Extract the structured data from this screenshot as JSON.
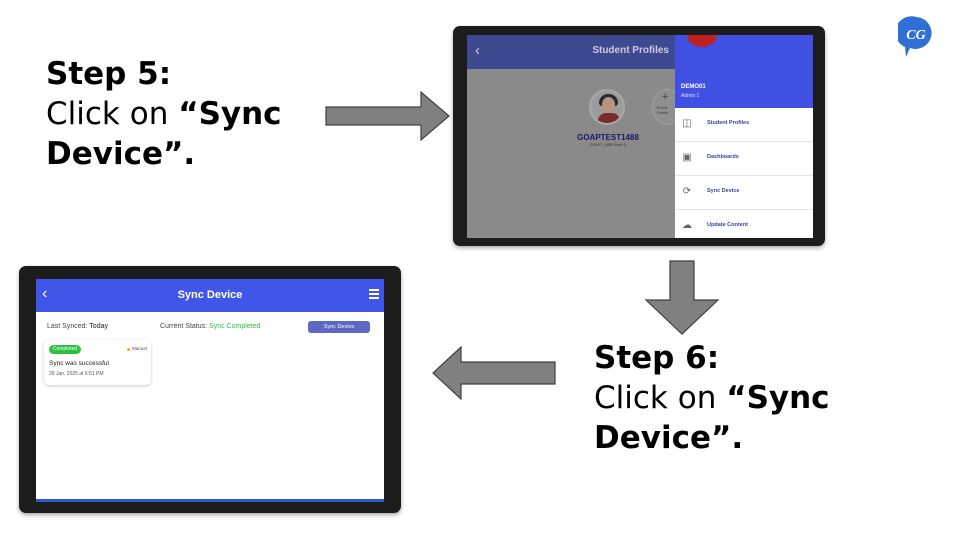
{
  "step5": {
    "heading": "Step 5:",
    "prefix": "Click on ",
    "emph_1": "“Sync",
    "emph_2": "Device”."
  },
  "step6": {
    "heading": "Step 6:",
    "prefix": "Click on ",
    "emph_1": "“Sync",
    "emph_2": "Device”."
  },
  "logo": {
    "text": "CG",
    "color": "#2f6fd6"
  },
  "arrows": {
    "fill": "#808080",
    "stroke": "#404040"
  },
  "screen1": {
    "back": "‹",
    "title": "Student Profiles",
    "profile_name": "GOAPTEST1488",
    "profile_sub": "EGAPT_1488 Grade 5",
    "add_label_1": "Enroll",
    "add_label_2": "Profile",
    "user": "DEMO01",
    "role": "Admin 1",
    "menu": [
      {
        "label": "Student Profiles",
        "icon": "profiles-icon"
      },
      {
        "label": "Dashboards",
        "icon": "dashboard-icon"
      },
      {
        "label": "Sync Device",
        "icon": "sync-icon"
      },
      {
        "label": "Update Content",
        "icon": "cloud-icon"
      }
    ],
    "colors": {
      "drawer_header": "#3f50e3",
      "overlay": "#8a8a8a"
    }
  },
  "screen2": {
    "back": "‹",
    "title": "Sync Device",
    "last_synced_label": "Last Synced: ",
    "last_synced_value": "Today",
    "status_label": "Current Status: ",
    "status_value": "Sync Completed",
    "sync_button": "Sync Device",
    "card": {
      "badge": "Completed",
      "type": "Manual",
      "message": "Sync was successful",
      "date": "29 Jan, 2025 at 6:51 PM"
    },
    "colors": {
      "header": "#4056e8",
      "success": "#2ec040",
      "button": "#5c68c4"
    }
  }
}
